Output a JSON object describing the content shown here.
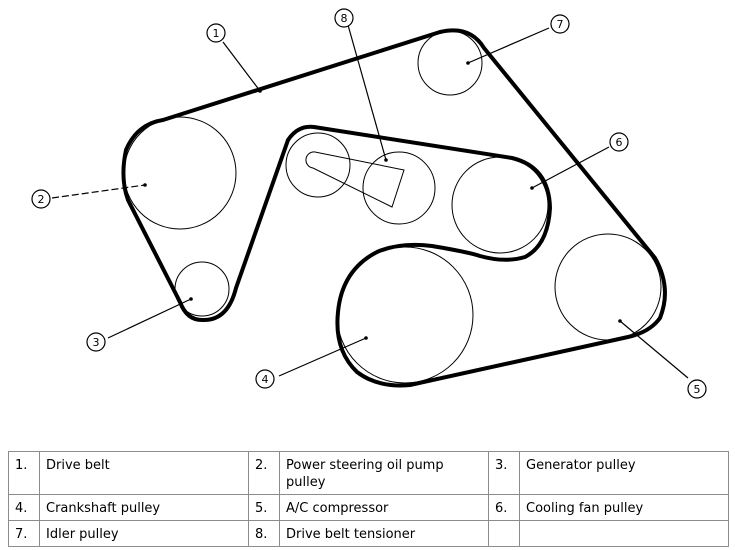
{
  "callouts": [
    "1",
    "2",
    "3",
    "4",
    "5",
    "6",
    "7",
    "8"
  ],
  "legend": [
    [
      {
        "num": "1.",
        "label": "Drive belt"
      },
      {
        "num": "2.",
        "label": "Power steering oil pump pulley"
      },
      {
        "num": "3.",
        "label": "Generator pulley"
      }
    ],
    [
      {
        "num": "4.",
        "label": "Crankshaft pulley"
      },
      {
        "num": "5.",
        "label": "A/C compressor"
      },
      {
        "num": "6.",
        "label": "Cooling fan pulley"
      }
    ],
    [
      {
        "num": "7.",
        "label": "Idler pulley"
      },
      {
        "num": "8.",
        "label": "Drive belt tensioner"
      },
      {
        "num": "",
        "label": ""
      }
    ]
  ]
}
